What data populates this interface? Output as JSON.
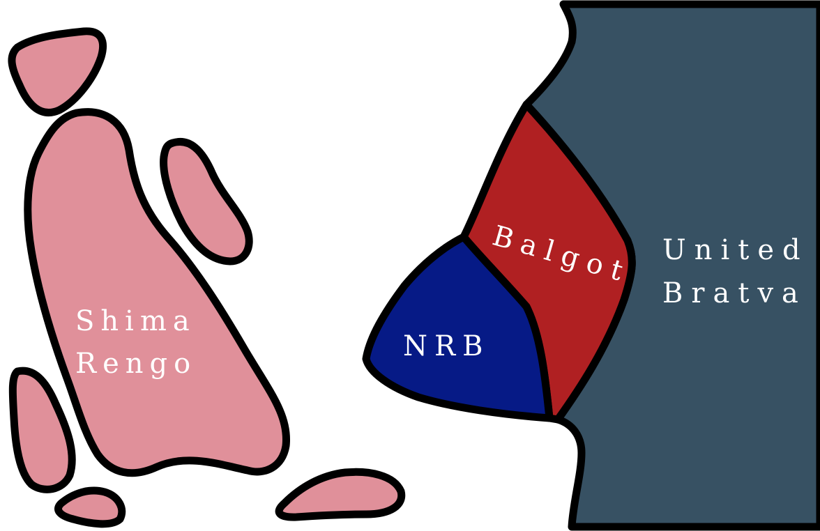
{
  "regions": {
    "shima_rengo": {
      "label_lines": [
        "Shima",
        "Rengo"
      ],
      "color": "#e0909a"
    },
    "united_bratva": {
      "label_lines": [
        "United",
        "Bratva"
      ],
      "color": "#375163"
    },
    "balgot": {
      "label": "Balgot",
      "color": "#b02022"
    },
    "nrb": {
      "label": "NRB",
      "color": "#061a86"
    }
  },
  "map": {
    "background": "#ffffff",
    "border_color": "#000000"
  }
}
